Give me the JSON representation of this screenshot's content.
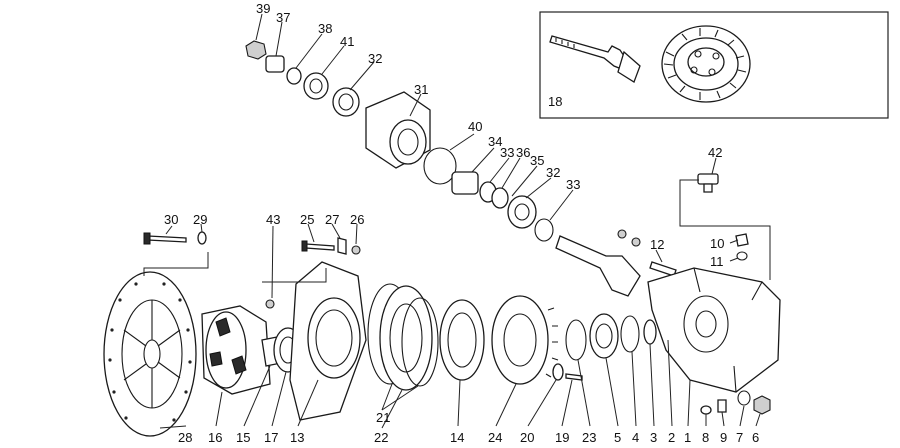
{
  "callouts": {
    "c39": "39",
    "c37": "37",
    "c38": "38",
    "c41": "41",
    "c32a": "32",
    "c31": "31",
    "c40": "40",
    "c34": "34",
    "c33a": "33",
    "c36": "36",
    "c35": "35",
    "c32b": "32",
    "c33b": "33",
    "c18": "18",
    "c42": "42",
    "c30": "30",
    "c29": "29",
    "c43": "43",
    "c25": "25",
    "c27": "27",
    "c26": "26",
    "c12": "12",
    "c10": "10",
    "c11": "11",
    "c28": "28",
    "c16": "16",
    "c15": "15",
    "c17": "17",
    "c13": "13",
    "c21a": "21",
    "c21b": "21",
    "c22": "22",
    "c14": "14",
    "c24": "24",
    "c20": "20",
    "c19": "19",
    "c23": "23",
    "c5": "5",
    "c4": "4",
    "c3": "3",
    "c2": "2",
    "c1": "1",
    "c8": "8",
    "c9": "9",
    "c7": "7",
    "c6": "6"
  },
  "colors": {
    "line": "#222222",
    "background": "#ffffff",
    "shade": "#cfcfcf"
  }
}
